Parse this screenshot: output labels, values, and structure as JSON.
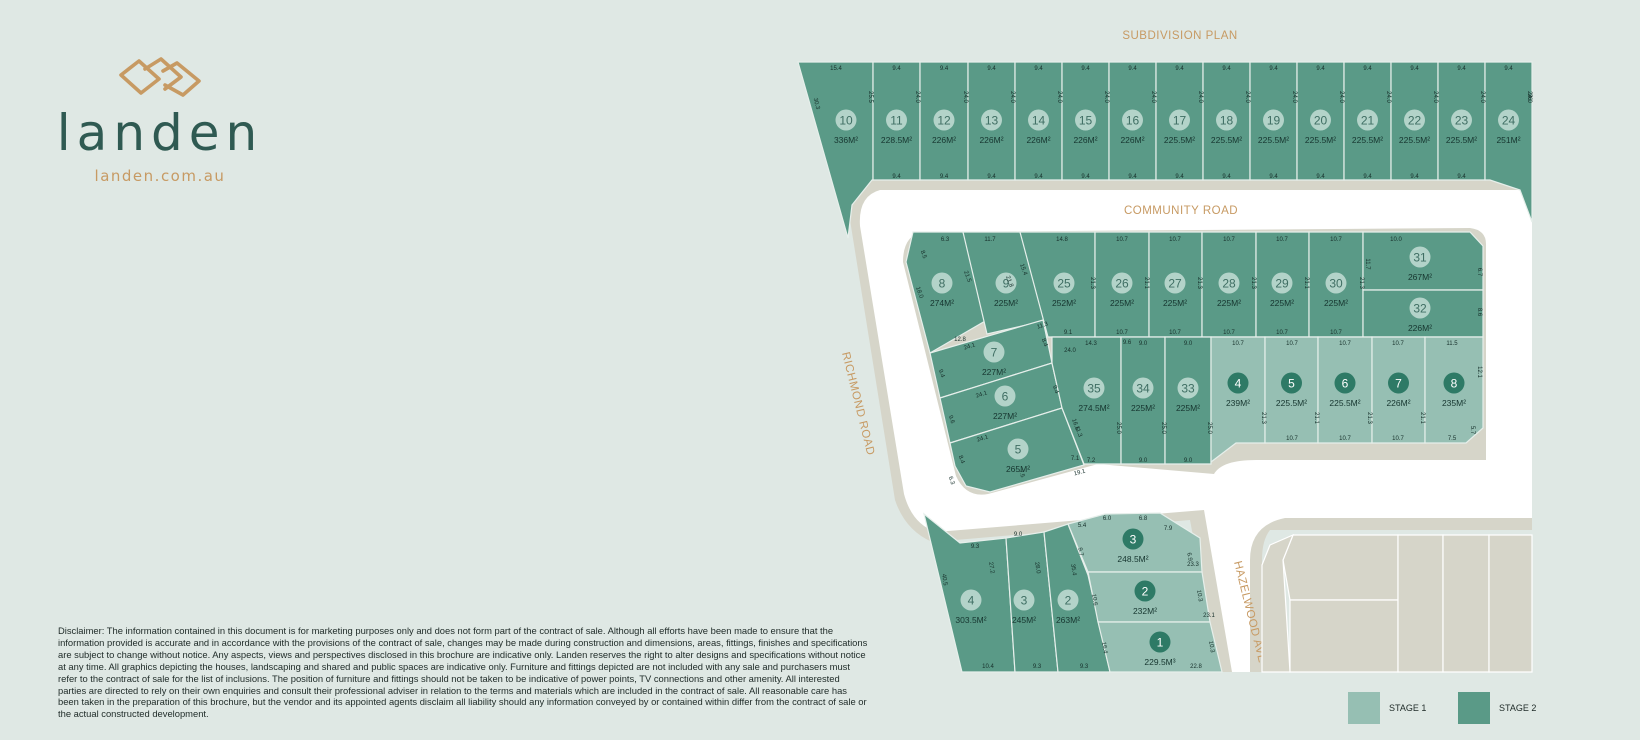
{
  "brand": {
    "name": "landen",
    "url": "landen.com.au"
  },
  "plan_title": "SUBDIVISION PLAN",
  "roads": {
    "community": "COMMUNITY ROAD",
    "richmond": "RICHMOND ROAD",
    "hazelwood": "HAZELWOOD AVE"
  },
  "colors": {
    "stage1": "#96bfb3",
    "stage2": "#5a9a87",
    "road": "#ffffff",
    "kerb": "#d6d5c9",
    "background": "#dfe8e4",
    "accent": "#c79a63",
    "brand": "#2f5a52"
  },
  "legend": {
    "stage1": "STAGE 1",
    "stage2": "STAGE 2"
  },
  "lots": {
    "north": [
      {
        "number": "10",
        "area": "336M²"
      },
      {
        "number": "11",
        "area": "228.5M²"
      },
      {
        "number": "12",
        "area": "226M²"
      },
      {
        "number": "13",
        "area": "226M²"
      },
      {
        "number": "14",
        "area": "226M²"
      },
      {
        "number": "15",
        "area": "226M²"
      },
      {
        "number": "16",
        "area": "226M²"
      },
      {
        "number": "17",
        "area": "225.5M²"
      },
      {
        "number": "18",
        "area": "225.5M²"
      },
      {
        "number": "19",
        "area": "225.5M²"
      },
      {
        "number": "20",
        "area": "225.5M²"
      },
      {
        "number": "21",
        "area": "225.5M²"
      },
      {
        "number": "22",
        "area": "225.5M²"
      },
      {
        "number": "23",
        "area": "225.5M²"
      },
      {
        "number": "24",
        "area": "251M²"
      }
    ],
    "central_top": [
      {
        "number": "8",
        "area": "274M²"
      },
      {
        "number": "9",
        "area": "225M²"
      },
      {
        "number": "25",
        "area": "252M²"
      },
      {
        "number": "26",
        "area": "225M²"
      },
      {
        "number": "27",
        "area": "225M²"
      },
      {
        "number": "28",
        "area": "225M²"
      },
      {
        "number": "29",
        "area": "225M²"
      },
      {
        "number": "30",
        "area": "225M²"
      },
      {
        "number": "31",
        "area": "267M²"
      },
      {
        "number": "32",
        "area": "226M²"
      }
    ],
    "central_left": [
      {
        "number": "7",
        "area": "227M²"
      },
      {
        "number": "6",
        "area": "227M²"
      },
      {
        "number": "5",
        "area": "265M²"
      }
    ],
    "central_bottom": [
      {
        "number": "35",
        "area": "274.5M²"
      },
      {
        "number": "34",
        "area": "225M²"
      },
      {
        "number": "33",
        "area": "225M²"
      }
    ],
    "central_stage1": [
      {
        "number": "4",
        "area": "239M²"
      },
      {
        "number": "5",
        "area": "225.5M²"
      },
      {
        "number": "6",
        "area": "225.5M²"
      },
      {
        "number": "7",
        "area": "226M²"
      },
      {
        "number": "8",
        "area": "235M²"
      }
    ],
    "south_stage2": [
      {
        "number": "4",
        "area": "303.5M²"
      },
      {
        "number": "3",
        "area": "245M²"
      },
      {
        "number": "2",
        "area": "263M²"
      }
    ],
    "south_stage1": [
      {
        "number": "3",
        "area": "248.5M²"
      },
      {
        "number": "2",
        "area": "232M²"
      },
      {
        "number": "1",
        "area": "229.5M³"
      }
    ]
  },
  "dimensions": {
    "north_front": [
      "15.4",
      "9.4",
      "9.4",
      "9.4",
      "9.4",
      "9.4",
      "9.4",
      "9.4",
      "9.4",
      "9.4",
      "9.4",
      "9.4",
      "9.4",
      "9.4",
      "9.4"
    ],
    "north_rear": [
      "9.4",
      "9.4",
      "9.4",
      "9.4",
      "9.4",
      "9.4",
      "9.4",
      "9.4",
      "9.4",
      "9.4",
      "9.4",
      "9.4",
      "9.4"
    ],
    "north_depth": [
      "25.5",
      "24.0",
      "24.0",
      "24.0",
      "24.0",
      "24.0",
      "24.0",
      "24.0",
      "24.0",
      "24.0",
      "24.0",
      "24.0",
      "24.0",
      "24.0",
      "24.0",
      "26"
    ],
    "north_side": "30.3",
    "central_top_front": [
      "6.3",
      "11.7",
      "14.8",
      "10.7",
      "10.7",
      "10.7",
      "10.7",
      "10.7",
      "10.0"
    ],
    "central_top_rear": [
      "9.1",
      "10.7",
      "10.7",
      "10.7",
      "10.7",
      "10.7"
    ],
    "central_top_depth": [
      "21.3",
      "21.1",
      "21.3",
      "21.3",
      "21.1",
      "21.3",
      "11.7",
      "6.7",
      "8.6"
    ],
    "central_misc": [
      "8.5",
      "18.0",
      "21.5",
      "15.4",
      "21.8",
      "11.3",
      "12.8",
      "24.1",
      "24.1",
      "24.1",
      "8.4",
      "9.4",
      "9.6",
      "9.6",
      "9.4",
      "8.4",
      "6.3",
      "7.5",
      "19.1",
      "11.3",
      "16.6",
      "24.0",
      "7.1"
    ],
    "central_bottom_front": [
      "14.3",
      "9.0",
      "9.0"
    ],
    "central_bottom_rear": [
      "7.2",
      "9.0",
      "9.0"
    ],
    "central_bottom_depth": [
      "25.0",
      "25.0",
      "25.0"
    ],
    "stage1_front": [
      "10.7",
      "10.7",
      "10.7",
      "10.7",
      "11.5"
    ],
    "stage1_rear": [
      "10.7",
      "10.7",
      "10.7",
      "7.5"
    ],
    "stage1_depth": [
      "21.3",
      "21.1",
      "21.3",
      "21.1",
      "12.1",
      "5.7"
    ],
    "south_front": [
      "9.3",
      "9.0",
      "5.4",
      "6.0",
      "6.8",
      "7.9"
    ],
    "south_rear": [
      "10.4",
      "9.3",
      "9.3",
      "22.8"
    ],
    "south_depth": [
      "40.5",
      "27.2",
      "28.0",
      "35.4",
      "10.6",
      "9.7",
      "16.4",
      "6.9",
      "10.3",
      "10.3",
      "23.3",
      "23.1"
    ]
  },
  "disclaimer": "Disclaimer: The information contained in this document is for marketing purposes only and does not form part of the contract of sale. Although all efforts have been made to ensure that the information provided is accurate and in accordance with the provisions of the contract of sale, changes may be made during construction and dimensions, areas, fittings, finishes and specifications are subject to change without notice. Any aspects, views and perspectives disclosed in this brochure are indicative only. Landen reserves the right to alter designs and specifications without notice at any time. All graphics depicting the houses, landscaping and shared and public spaces are indicative only. Furniture and fittings depicted are not included with any sale and purchasers must refer to the contract of sale for the list of inclusions. The position of furniture and fittings should not be taken to be indicative of power points, TV connections and other amenity. All interested parties are directed to rely on their own enquiries and consult their professional adviser in relation to the terms and materials which are included in the contract of sale. All reasonable care has been taken in the preparation of this brochure, but the vendor and its appointed agents disclaim all liability should any information conveyed by or contained within differ from the contract of sale or the actual constructed development."
}
